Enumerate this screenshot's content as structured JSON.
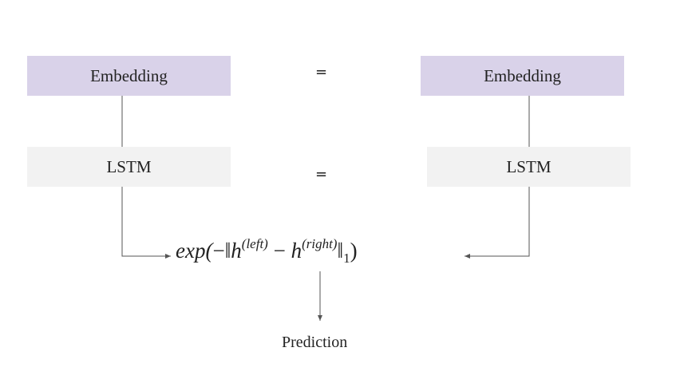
{
  "left_branch": {
    "embedding_label": "Embedding",
    "lstm_label": "LSTM"
  },
  "right_branch": {
    "embedding_label": "Embedding",
    "lstm_label": "LSTM"
  },
  "equals_top": "=",
  "equals_middle": "=",
  "formula": {
    "prefix": "exp(",
    "minus": "−",
    "norm_open": "‖",
    "h1": "h",
    "sup_left": "(left)",
    "operator": " − ",
    "h2": "h",
    "sup_right": "(right)",
    "norm_close": "‖",
    "sub": "1",
    "suffix": ")"
  },
  "output_label": "Prediction",
  "colors": {
    "embedding_fill": "#d9d2e9",
    "lstm_fill": "#f2f2f2",
    "line": "#555555"
  }
}
